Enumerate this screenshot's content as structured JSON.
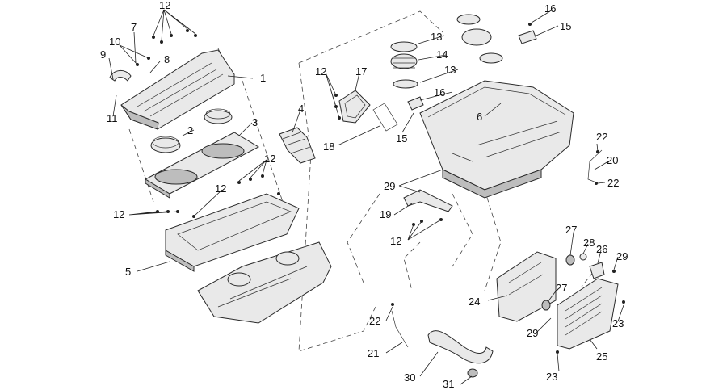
{
  "diagram": {
    "callouts": [
      {
        "id": "c12a",
        "text": "12"
      },
      {
        "id": "c7",
        "text": "7"
      },
      {
        "id": "c10",
        "text": "10"
      },
      {
        "id": "c8",
        "text": "8"
      },
      {
        "id": "c9",
        "text": "9"
      },
      {
        "id": "c1",
        "text": "1"
      },
      {
        "id": "c11",
        "text": "11"
      },
      {
        "id": "c2",
        "text": "2"
      },
      {
        "id": "c3",
        "text": "3"
      },
      {
        "id": "c4",
        "text": "4"
      },
      {
        "id": "c12b",
        "text": "12"
      },
      {
        "id": "c12c",
        "text": "12"
      },
      {
        "id": "c12d",
        "text": "12"
      },
      {
        "id": "c5",
        "text": "5"
      },
      {
        "id": "c16a",
        "text": "16"
      },
      {
        "id": "c15a",
        "text": "15"
      },
      {
        "id": "c13a",
        "text": "13"
      },
      {
        "id": "c14",
        "text": "14"
      },
      {
        "id": "c13b",
        "text": "13"
      },
      {
        "id": "c16b",
        "text": "16"
      },
      {
        "id": "c12e",
        "text": "12"
      },
      {
        "id": "c17",
        "text": "17"
      },
      {
        "id": "c6",
        "text": "6"
      },
      {
        "id": "c15b",
        "text": "15"
      },
      {
        "id": "c18",
        "text": "18"
      },
      {
        "id": "c29a",
        "text": "29"
      },
      {
        "id": "c19",
        "text": "19"
      },
      {
        "id": "c12f",
        "text": "12"
      },
      {
        "id": "c22a",
        "text": "22"
      },
      {
        "id": "c20",
        "text": "20"
      },
      {
        "id": "c22b",
        "text": "22"
      },
      {
        "id": "c27a",
        "text": "27"
      },
      {
        "id": "c28",
        "text": "28"
      },
      {
        "id": "c26",
        "text": "26"
      },
      {
        "id": "c29b",
        "text": "29"
      },
      {
        "id": "c24",
        "text": "24"
      },
      {
        "id": "c27b",
        "text": "27"
      },
      {
        "id": "c29c",
        "text": "29"
      },
      {
        "id": "c23a",
        "text": "23"
      },
      {
        "id": "c25",
        "text": "25"
      },
      {
        "id": "c23b",
        "text": "23"
      },
      {
        "id": "c22c",
        "text": "22"
      },
      {
        "id": "c21",
        "text": "21"
      },
      {
        "id": "c30",
        "text": "30"
      },
      {
        "id": "c31",
        "text": "31"
      }
    ]
  }
}
